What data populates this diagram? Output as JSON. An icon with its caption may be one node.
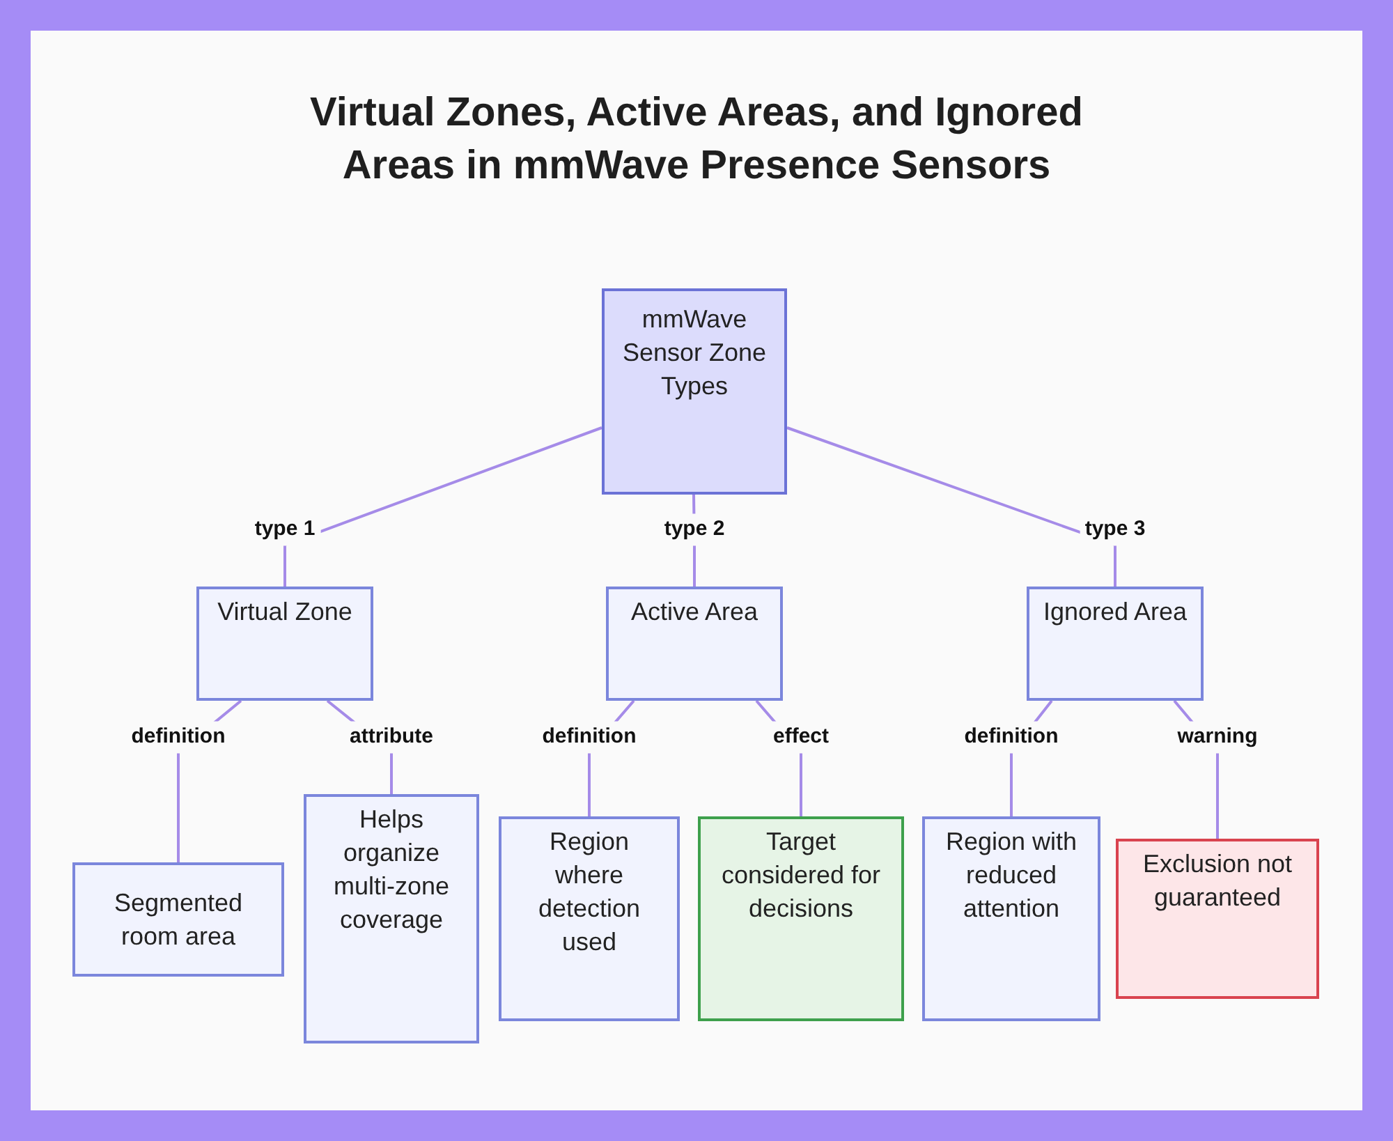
{
  "diagram": {
    "title": "Virtual Zones, Active Areas, and Ignored Areas in mmWave Presence Sensors",
    "nodes": [
      {
        "text": [
          "mmWave Sensor Zone Types"
        ]
      },
      {
        "text": [
          "Virtual Zone"
        ]
      },
      {
        "text": [
          "Active Area"
        ]
      },
      {
        "text": [
          "Ignored Area"
        ]
      },
      {
        "text": [
          "Segmented room area"
        ]
      },
      {
        "text": [
          "Helps organize multi-zone coverage"
        ]
      },
      {
        "text": [
          "Region where detection used"
        ]
      },
      {
        "text": [
          "Target considered for decisions"
        ]
      },
      {
        "text": [
          "Region with reduced attention"
        ]
      },
      {
        "text": [
          "Exclusion not guaranteed"
        ]
      }
    ],
    "edges": [
      {
        "from": 0,
        "to": 1,
        "arrow": "none",
        "label": "type 1"
      },
      {
        "from": 0,
        "to": 2,
        "arrow": "none",
        "label": "type 2"
      },
      {
        "from": 0,
        "to": 3,
        "arrow": "none",
        "label": "type 3"
      },
      {
        "from": 1,
        "to": 4,
        "arrow": "none",
        "label": "definition"
      },
      {
        "from": 1,
        "to": 5,
        "arrow": "none",
        "label": "attribute"
      },
      {
        "from": 2,
        "to": 6,
        "arrow": "none",
        "label": "definition"
      },
      {
        "from": 2,
        "to": 7,
        "arrow": "none",
        "label": "effect"
      },
      {
        "from": 3,
        "to": 8,
        "arrow": "none",
        "label": "definition"
      },
      {
        "from": 3,
        "to": 9,
        "arrow": "none",
        "label": "warning"
      }
    ]
  }
}
